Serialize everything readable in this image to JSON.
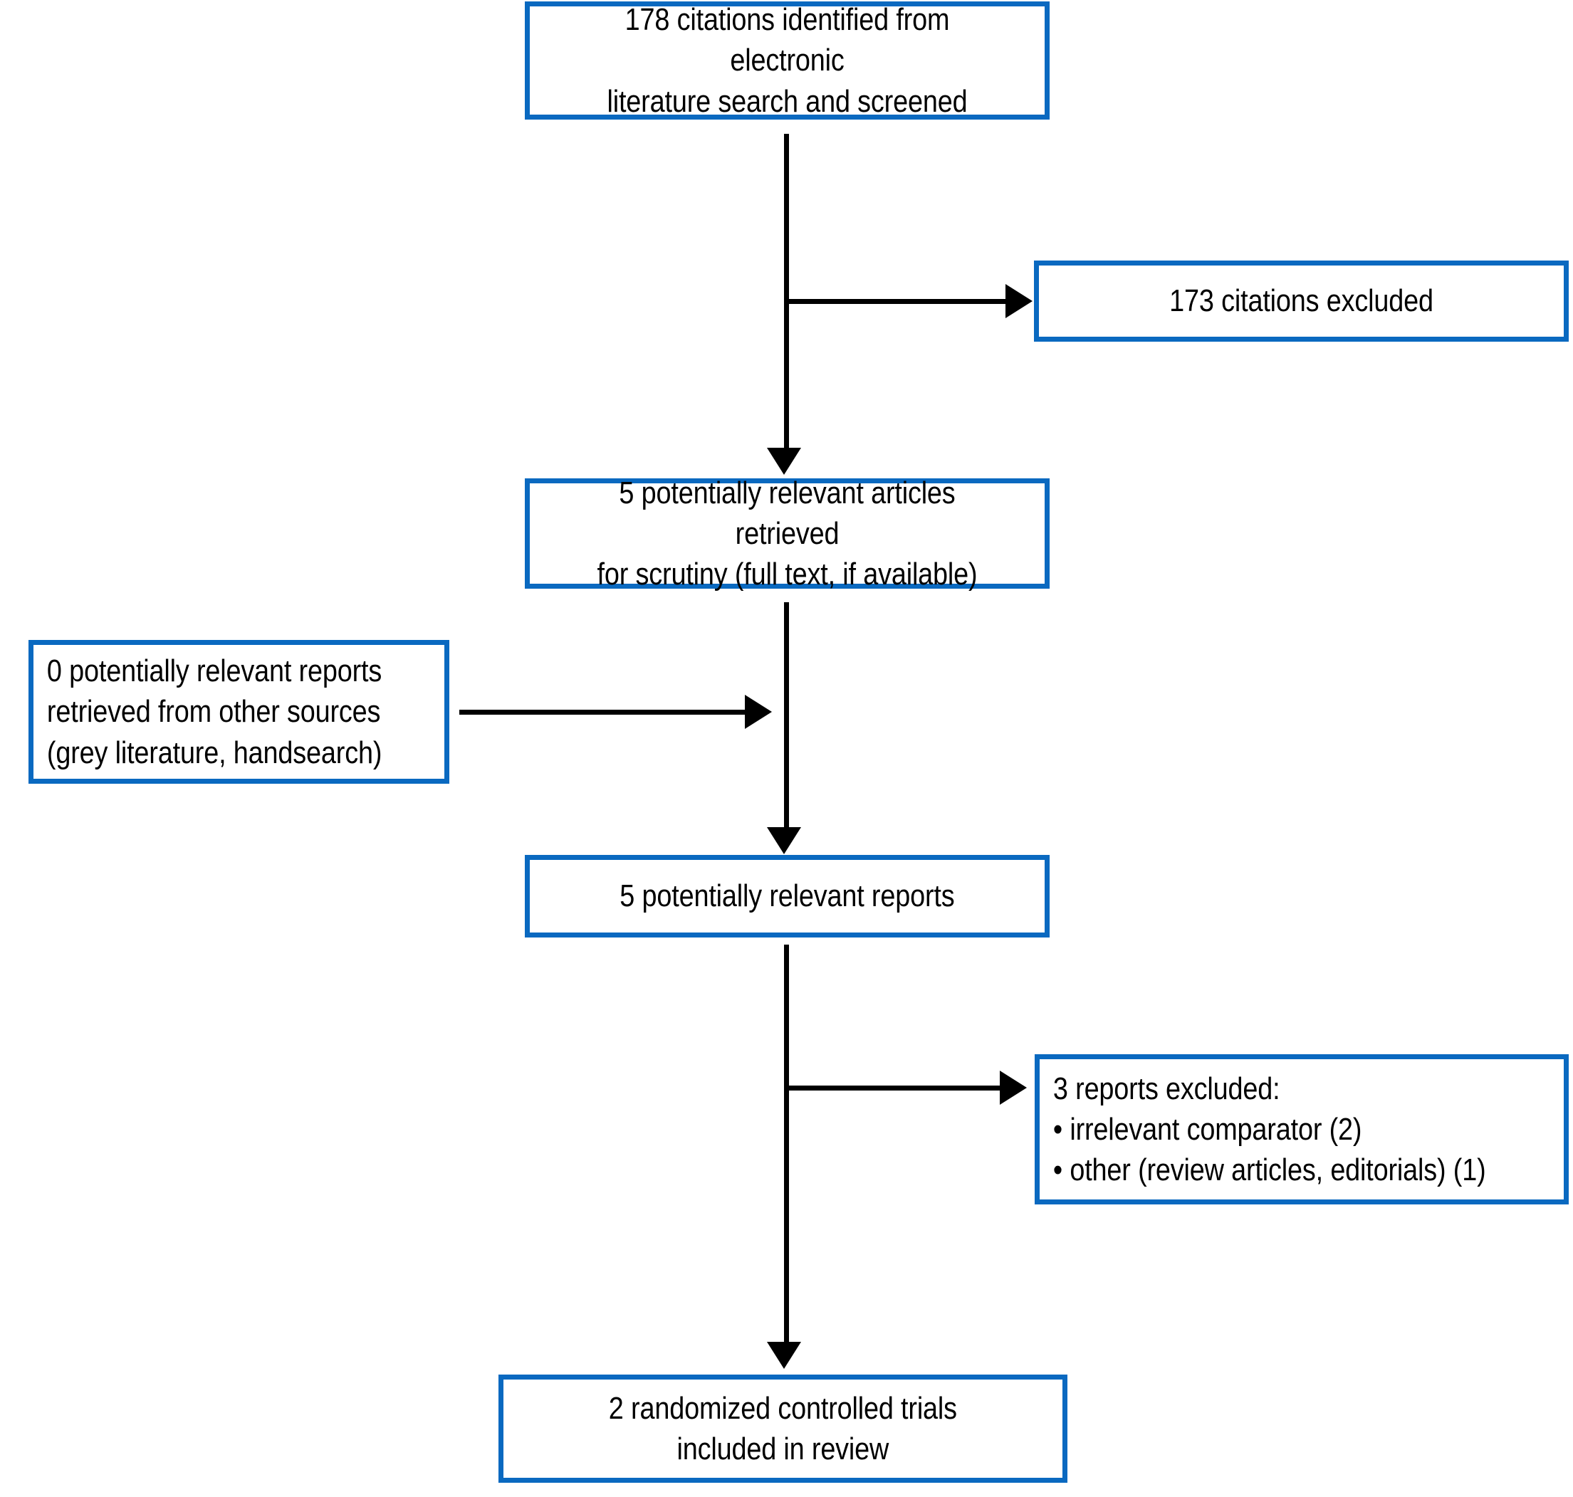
{
  "figure": {
    "type": "prisma-flow-diagram",
    "colors": {
      "box_border": "#0a69c0",
      "connector": "#000000",
      "background": "#ffffff",
      "text": "#000000"
    }
  },
  "nodes": {
    "identified": {
      "text": "178 citations identified from electronic\nliterature search and screened",
      "count": 178,
      "align": "center"
    },
    "excluded_1": {
      "text": "173 citations excluded",
      "count": 173,
      "align": "center"
    },
    "retrieved": {
      "text": "5 potentially relevant articles retrieved\nfor scrutiny (full text, if available)",
      "count": 5,
      "align": "center"
    },
    "other_sources": {
      "text": "0 potentially relevant reports\nretrieved from other sources\n(grey literature, handsearch)",
      "count": 0,
      "align": "left"
    },
    "reports": {
      "text": "5 potentially relevant reports",
      "count": 5,
      "align": "center"
    },
    "excluded_2": {
      "text": "3 reports excluded:\n• irrelevant comparator (2)\n• other (review articles, editorials) (1)",
      "count": 3,
      "align": "left",
      "reasons": [
        {
          "label": "irrelevant comparator",
          "count": 2
        },
        {
          "label": "other (review articles, editorials)",
          "count": 1
        }
      ]
    },
    "included": {
      "text": "2 randomized controlled trials\nincluded in review",
      "count": 2,
      "align": "center"
    }
  },
  "connectors": [
    {
      "name": "identified-to-retrieved",
      "direction": "down"
    },
    {
      "name": "identified-to-excluded-1",
      "direction": "right"
    },
    {
      "name": "retrieved-to-reports",
      "direction": "down"
    },
    {
      "name": "other-sources-to-reports",
      "direction": "right"
    },
    {
      "name": "reports-to-included",
      "direction": "down"
    },
    {
      "name": "reports-to-excluded-2",
      "direction": "right"
    }
  ]
}
